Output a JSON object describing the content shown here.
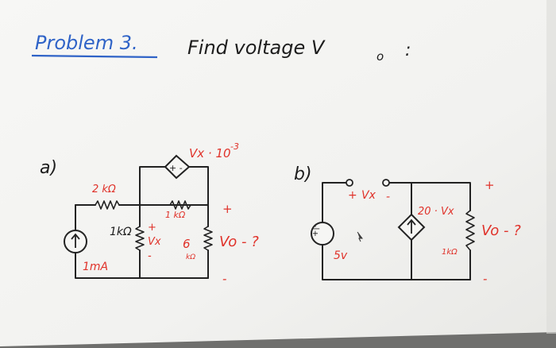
{
  "title": {
    "problem": "Problem 3.",
    "instruction": "Find voltage V",
    "subscript": "o",
    "colon": ":"
  },
  "circuit_a": {
    "label": "a)",
    "dep_source_label": "Vx · 10",
    "dep_source_exp": "-3",
    "dep_source_symbol": "+ -",
    "r_top_label": "2 kΩ",
    "r_right_label": "1 kΩ",
    "r_mid_label": "1kΩ",
    "vx_plus": "+",
    "vx_label": "Vx",
    "vx_minus": "-",
    "r_load_label": "6",
    "r_load_unit": "kΩ",
    "current_source_label": "1mA",
    "vo_plus": "+",
    "vo_label": "Vo - ?",
    "vo_minus": "-"
  },
  "circuit_b": {
    "label": "b)",
    "vx_plus": "+",
    "vx_label": "Vx",
    "vx_minus": "-",
    "voltage_source_label": "5v",
    "dep_current_label": "20 · Vx",
    "r_label": "1kΩ",
    "vo_plus": "+",
    "vo_label": "Vo - ?",
    "vo_minus": "-"
  },
  "colors": {
    "title": "#2f63c7",
    "ink": "#1d1d1d",
    "annotation": "#e0322a",
    "paper": "#f4f4f2"
  }
}
